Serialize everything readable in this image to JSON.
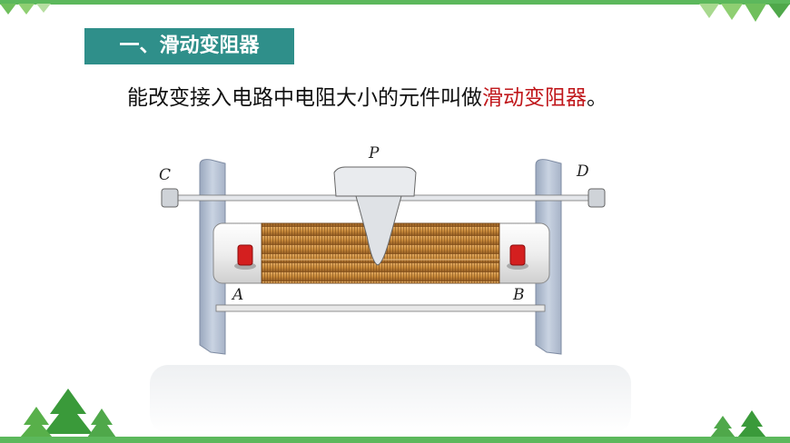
{
  "header": {
    "title": "一、滑动变阻器"
  },
  "definition": {
    "prefix": "能改变接入电路中电阻大小的元件叫做",
    "term": "滑动变阻器",
    "suffix": "。"
  },
  "figure": {
    "labels": {
      "p": "P",
      "c": "C",
      "d": "D",
      "a": "A",
      "b": "B"
    },
    "colors": {
      "frame": "#b9c6d8",
      "coil": "#c98a3a",
      "knob": "#d41f1f",
      "tube": "#f2f2f2"
    }
  },
  "colors": {
    "accent": "#2f8f8a",
    "term": "#c0171b",
    "decor_green": "#5cb85c"
  }
}
